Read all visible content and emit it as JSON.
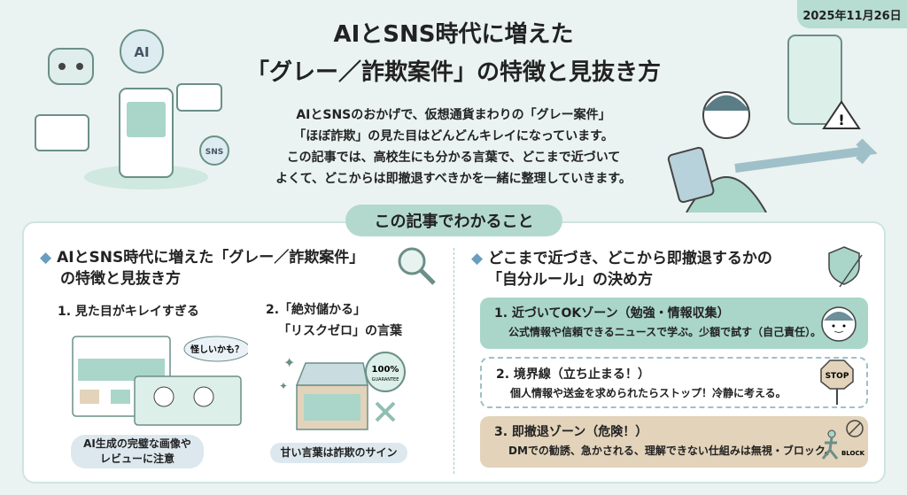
{
  "date": "2025年11月26日",
  "title": [
    "AIとSNS時代に増えた",
    "「グレー／詐欺案件」の特徴と見抜き方"
  ],
  "intro": [
    "AIとSNSのおかげで、仮想通貨まわりの「グレー案件」",
    "「ほぼ詐欺」の見た目はどんどんキレイになっています。",
    "この記事では、高校生にも分かる言葉で、どこまで近づいて",
    "よくて、どこからは即撤退すべきかを一緒に整理していきます。"
  ],
  "illustration_labels": {
    "ai": "AI",
    "sns": "SNS",
    "suspicious": "怪しいかも？",
    "badge": "100%",
    "badge_sub": "GUARANTEE",
    "stop": "STOP",
    "block": "BLOCK"
  },
  "section_pill": "この記事でわかること",
  "left": {
    "heading": [
      "AIとSNS時代に増えた「グレー／詐欺案件」",
      "の特徴と見抜き方"
    ],
    "point1": {
      "title": "1. 見た目がキレイすぎる",
      "caption": [
        "AI生成の完璧な画像や",
        "レビューに注意"
      ]
    },
    "point2": {
      "title": [
        "2.「絶対儲かる」",
        "「リスクゼロ」の言葉"
      ],
      "caption": "甘い言葉は詐欺のサイン"
    }
  },
  "right": {
    "heading": [
      "どこまで近づき、どこから即撤退するかの",
      "「自分ルール」の決め方"
    ],
    "zones": [
      {
        "title": "1. 近づいてOKゾーン（勉強・情報収集）",
        "desc": "公式情報や信頼できるニュースで学ぶ。少額で試す（自己責任）。"
      },
      {
        "title": "2. 境界線（立ち止まる！）",
        "desc": "個人情報や送金を求められたらストップ！冷静に考える。"
      },
      {
        "title": "3. 即撤退ゾーン（危険！）",
        "desc": "DMでの勧誘、急かされる、理解できない仕組みは無視・ブロック。"
      }
    ]
  },
  "colors": {
    "teal": "#a9d6c9",
    "beige": "#e2d3ba",
    "accent": "#6a9ec0"
  }
}
